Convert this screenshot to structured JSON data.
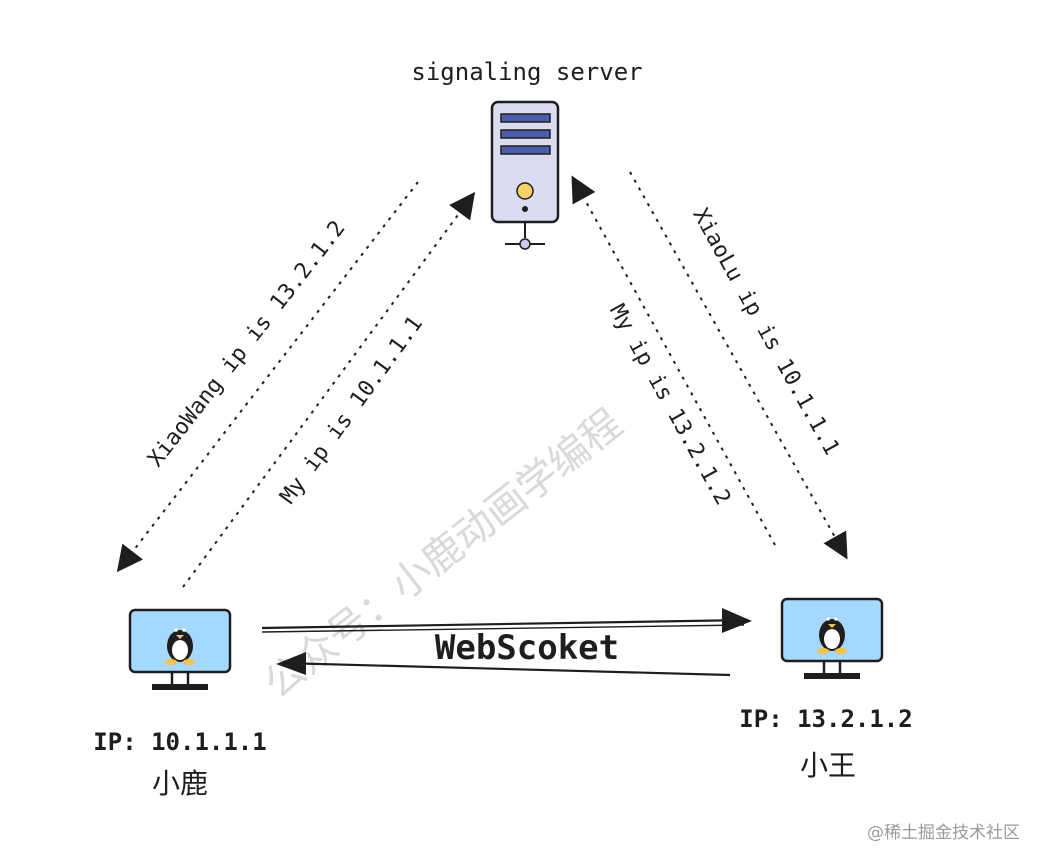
{
  "server": {
    "label": "signaling server"
  },
  "edges": {
    "server_to_xiaolu": "XiaoWang ip is 13.2.1.2",
    "xiaolu_to_server": "My ip is 10.1.1.1",
    "xiaowang_to_server": "My ip is 13.2.1.2",
    "server_to_xiaowang": "XiaoLu ip is 10.1.1.1",
    "websocket": "WebScoket"
  },
  "nodes": {
    "left": {
      "ip": "IP: 10.1.1.1",
      "name": "小鹿"
    },
    "right": {
      "ip": "IP: 13.2.1.2",
      "name": "小王"
    }
  },
  "watermark": "公众号：小鹿动画学编程",
  "footer": "@稀土掘金技术社区",
  "colors": {
    "stroke": "#1e1e1e",
    "screen": "#a5d8ff",
    "server_body": "#dcdcf0",
    "server_slot": "#4a5fae",
    "server_light": "#f6d365",
    "watermark": "#d9d9d9"
  }
}
